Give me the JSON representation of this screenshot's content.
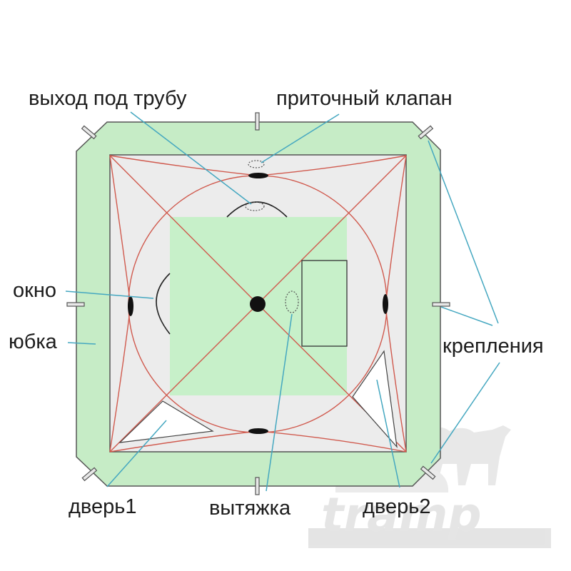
{
  "labels": {
    "pipe_exit": "выход под трубу",
    "supply_valve": "приточный клапан",
    "window": "окно",
    "skirt": "юбка",
    "fasteners": "крепления",
    "door1": "дверь1",
    "exhaust": "вытяжка",
    "door2": "дверь2"
  },
  "watermark": {
    "text": "tramp"
  },
  "colors": {
    "skirt_green": "#c6ecc6",
    "tent_grey": "#ececec",
    "center_green": "#c7f0c9",
    "frame_red": "#d05a4e",
    "callout_blue": "#44a7c0",
    "watermark_grey": "#e4e4e4"
  },
  "icons": [
    "tramp-logo"
  ]
}
